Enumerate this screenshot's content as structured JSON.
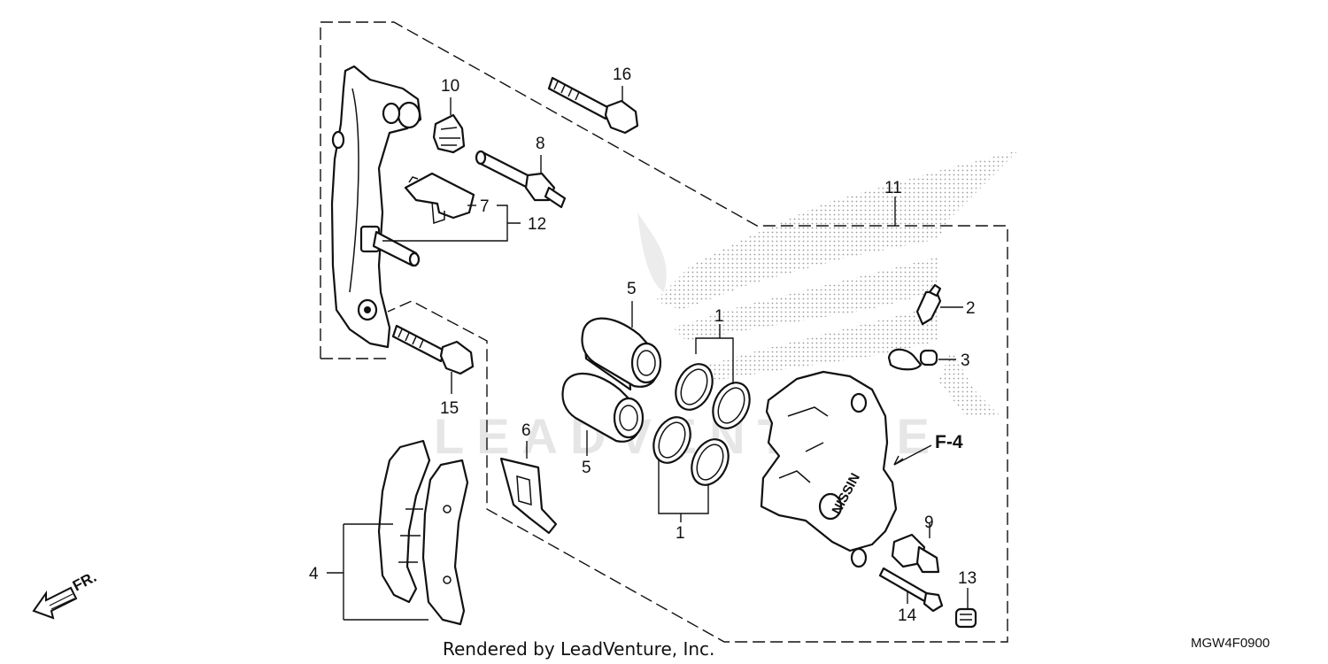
{
  "callouts": {
    "c1a": "1",
    "c1b": "1",
    "c2": "2",
    "c3": "3",
    "c4": "4",
    "c5a": "5",
    "c5b": "5",
    "c6": "6",
    "c7": "7",
    "c8": "8",
    "c9": "9",
    "c10": "10",
    "c11": "11",
    "c12": "12",
    "c13": "13",
    "c14": "14",
    "c15": "15",
    "c16": "16"
  },
  "labels": {
    "front_ref": "F-4",
    "fr_arrow": "FR."
  },
  "footer": {
    "credit": "Rendered by LeadVenture, Inc.",
    "diagram_code": "MGW4F0900"
  },
  "watermark": {
    "text": "LEADVENTURE"
  },
  "caliper_marking": "NISSIN"
}
